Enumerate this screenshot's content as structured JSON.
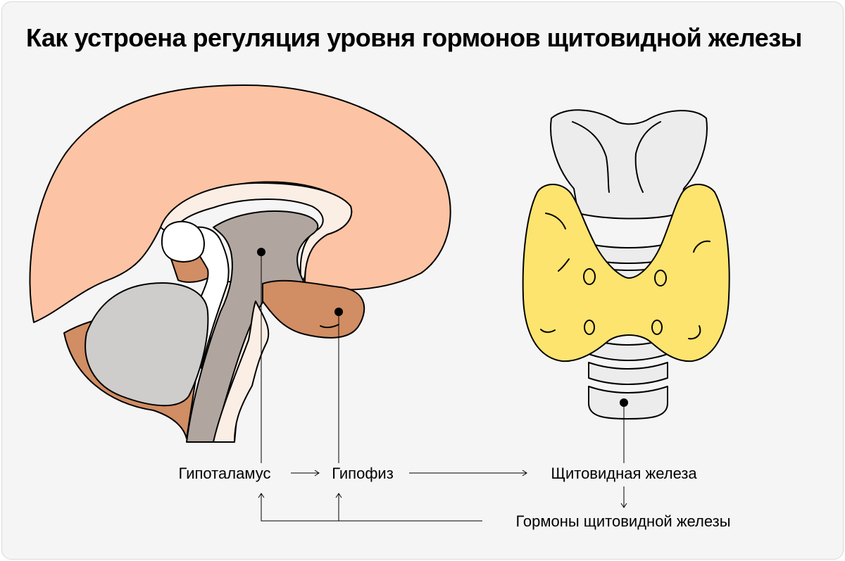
{
  "title": "Как устроена регуляция уровня гормонов щитовидной железы",
  "labels": {
    "hypothalamus": "Гипоталамус",
    "pituitary": "Гипофиз",
    "thyroid": "Щитовидная железа",
    "hormones": "Гормоны щитовидной железы"
  },
  "colors": {
    "background": "#f5f5f5",
    "cerebrum": "#fcc4a4",
    "brown": "#d18d63",
    "thalamus_area": "#b0a69f",
    "inner_light": "#fbeee5",
    "cerebellum": "#cfcdcc",
    "thyroid_gland": "#fce46f",
    "cartilage": "#ececec",
    "stroke": "#000000"
  }
}
